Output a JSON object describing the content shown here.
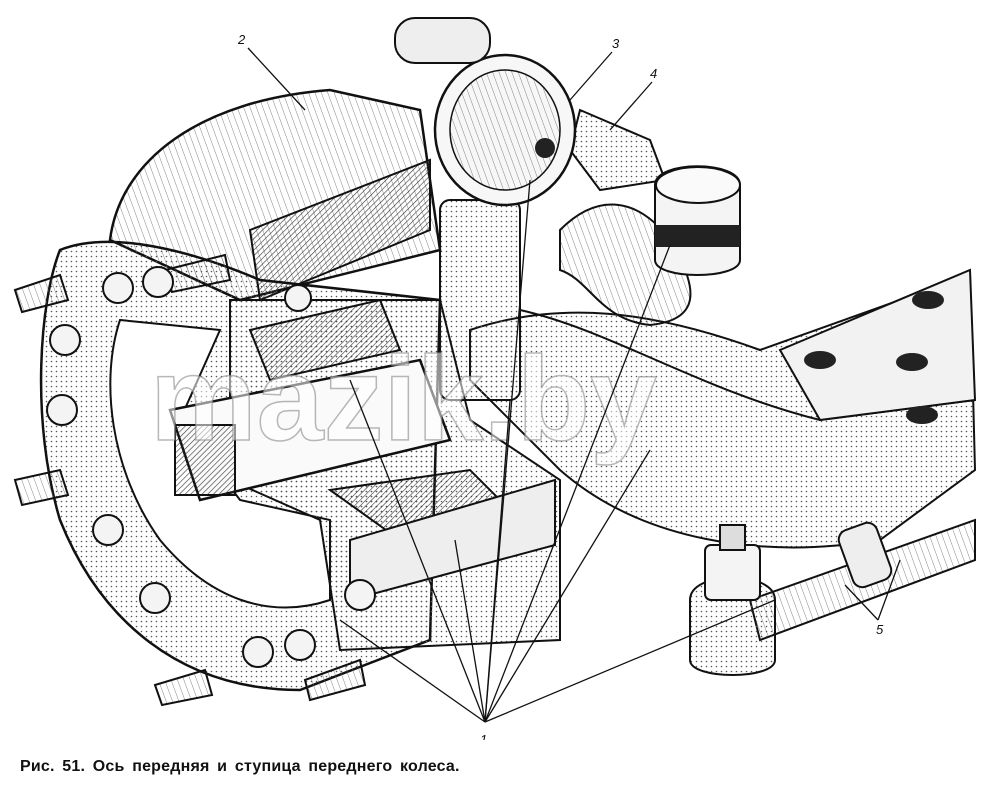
{
  "caption": "Рис. 51. Ось передняя и ступица переднего колеса.",
  "callouts": [
    "1",
    "2",
    "3",
    "4",
    "5"
  ],
  "watermark": "mazik.by",
  "colors": {
    "ink": "#111111",
    "paper": "#ffffff",
    "hatch": "#555555"
  }
}
